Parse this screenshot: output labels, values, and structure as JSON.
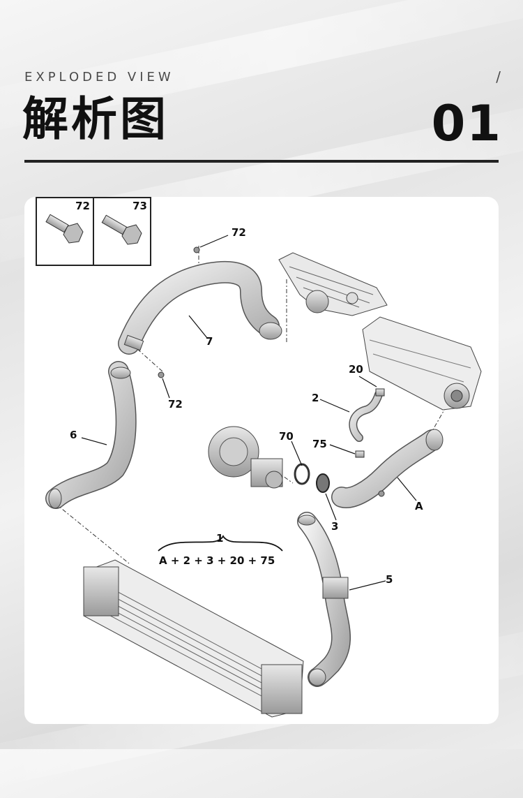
{
  "header": {
    "subtitle": "EXPLODED VIEW",
    "slash": "/",
    "title": "解析图",
    "number": "01"
  },
  "diagram": {
    "inset_labels": [
      "72",
      "73"
    ],
    "callouts": {
      "c72_top": "72",
      "c7": "7",
      "c72_mid": "72",
      "c6": "6",
      "c20": "20",
      "c2": "2",
      "c70": "70",
      "c75": "75",
      "cA": "A",
      "c3": "3",
      "c1": "1",
      "c5": "5"
    },
    "kit_formula": "A + 2 + 3 + 20 + 75"
  }
}
